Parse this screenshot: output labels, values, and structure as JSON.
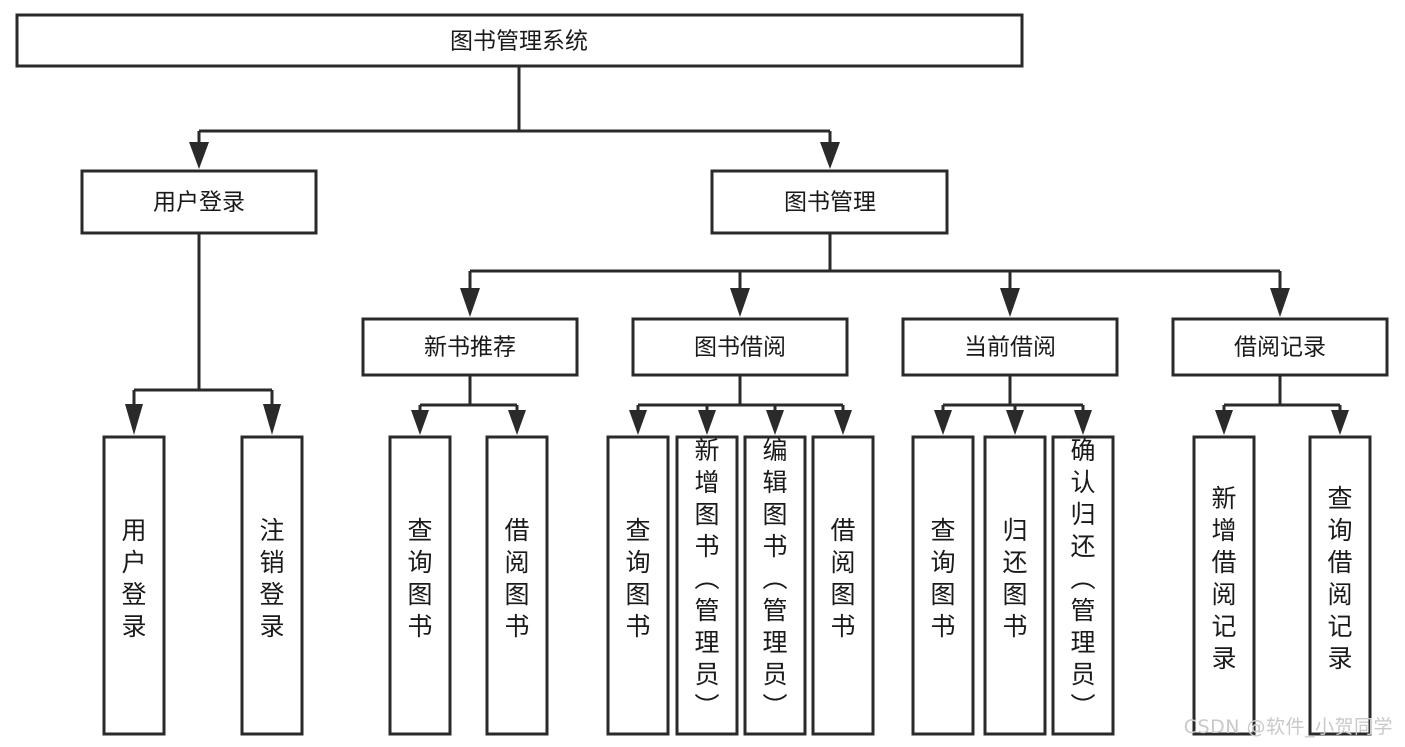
{
  "diagram": {
    "type": "tree",
    "title": "图书管理系统",
    "root": {
      "id": "root",
      "label": "图书管理系统",
      "orientation": "horizontal"
    },
    "level2": [
      {
        "id": "user-login",
        "label": "用户登录",
        "orientation": "horizontal"
      },
      {
        "id": "book-manage",
        "label": "图书管理",
        "orientation": "horizontal"
      }
    ],
    "level3": [
      {
        "id": "new-book-recommend",
        "label": "新书推荐",
        "parent": "book-manage",
        "orientation": "horizontal"
      },
      {
        "id": "book-borrow",
        "label": "图书借阅",
        "parent": "book-manage",
        "orientation": "horizontal"
      },
      {
        "id": "current-borrow",
        "label": "当前借阅",
        "parent": "book-manage",
        "orientation": "horizontal"
      },
      {
        "id": "borrow-record",
        "label": "借阅记录",
        "parent": "book-manage",
        "orientation": "horizontal"
      }
    ],
    "leaves": [
      {
        "id": "leaf-user-login",
        "label": "用户登录",
        "parent": "user-login",
        "orientation": "vertical"
      },
      {
        "id": "leaf-logout-login",
        "label": "注销登录",
        "parent": "user-login",
        "orientation": "vertical"
      },
      {
        "id": "leaf-query-book-1",
        "label": "查询图书",
        "parent": "new-book-recommend",
        "orientation": "vertical"
      },
      {
        "id": "leaf-borrow-book-1",
        "label": "借阅图书",
        "parent": "new-book-recommend",
        "orientation": "vertical"
      },
      {
        "id": "leaf-query-book-2",
        "label": "查询图书",
        "parent": "book-borrow",
        "orientation": "vertical"
      },
      {
        "id": "leaf-add-book",
        "label": "新增图书（管理员）",
        "parent": "book-borrow",
        "orientation": "vertical"
      },
      {
        "id": "leaf-edit-book",
        "label": "编辑图书（管理员）",
        "parent": "book-borrow",
        "orientation": "vertical"
      },
      {
        "id": "leaf-borrow-book-2",
        "label": "借阅图书",
        "parent": "book-borrow",
        "orientation": "vertical"
      },
      {
        "id": "leaf-query-book-3",
        "label": "查询图书",
        "parent": "current-borrow",
        "orientation": "vertical"
      },
      {
        "id": "leaf-return-book",
        "label": "归还图书",
        "parent": "current-borrow",
        "orientation": "vertical"
      },
      {
        "id": "leaf-confirm-return",
        "label": "确认归还（管理员）",
        "parent": "current-borrow",
        "orientation": "vertical"
      },
      {
        "id": "leaf-add-record",
        "label": "新增借阅记录",
        "parent": "borrow-record",
        "orientation": "vertical"
      },
      {
        "id": "leaf-query-record",
        "label": "查询借阅记录",
        "parent": "borrow-record",
        "orientation": "vertical"
      }
    ]
  },
  "watermark": {
    "text": "CSDN @软件_小贺同学"
  },
  "colors": {
    "stroke": "#2a2a2a",
    "fill": "#ffffff",
    "text": "#1a1a1a",
    "watermark": "#c9c9c9"
  }
}
